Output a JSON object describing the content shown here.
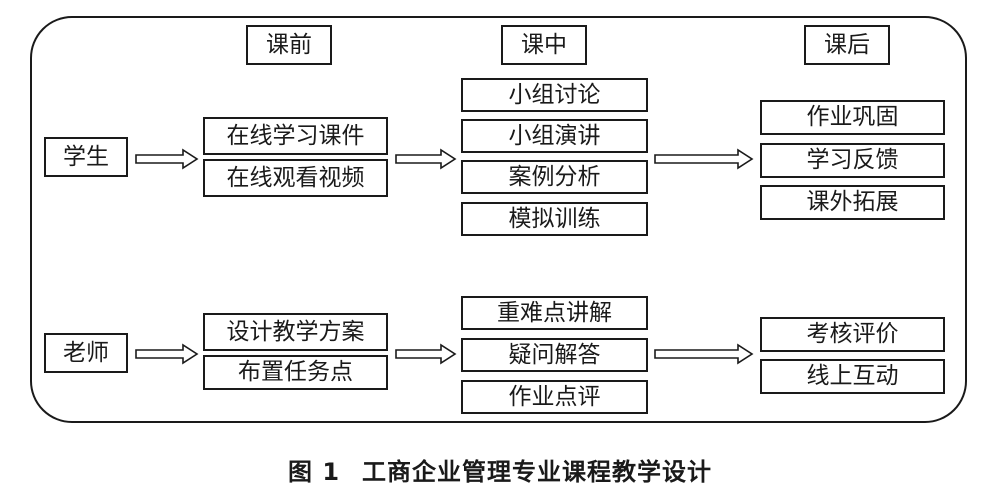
{
  "phases": {
    "before": "课前",
    "during": "课中",
    "after": "课后"
  },
  "roles": {
    "student": "学生",
    "teacher": "老师"
  },
  "student": {
    "before": [
      "在线学习课件",
      "在线观看视频"
    ],
    "during": [
      "小组讨论",
      "小组演讲",
      "案例分析",
      "模拟训练"
    ],
    "after": [
      "作业巩固",
      "学习反馈",
      "课外拓展"
    ]
  },
  "teacher": {
    "before": [
      "设计教学方案",
      "布置任务点"
    ],
    "during": [
      "重难点讲解",
      "疑问解答",
      "作业点评"
    ],
    "after": [
      "考核评价",
      "线上互动"
    ]
  },
  "caption": {
    "number": "图 1",
    "title": "工商企业管理专业课程教学设计"
  }
}
